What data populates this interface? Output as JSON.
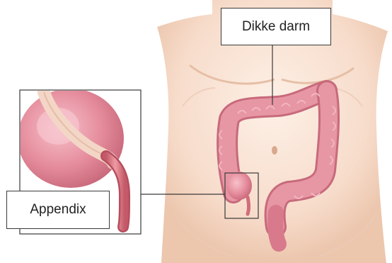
{
  "labels": {
    "large_intestine": "Dikke darm",
    "appendix": "Appendix"
  },
  "colors": {
    "skin_light": "#fbe9dd",
    "skin_shadow": "#e8c4ab",
    "colon_fill": "#e796a4",
    "colon_dark": "#c76a7c",
    "appendix_fill": "#e07a86",
    "cecum_fill": "#e58c9c",
    "tendon_band": "#f3d6c6",
    "leader_line": "#3a3a3a"
  },
  "icons": {
    "torso": "human-torso-illustration",
    "colon": "large-intestine-illustration",
    "zoom": "appendix-zoom-inset"
  }
}
